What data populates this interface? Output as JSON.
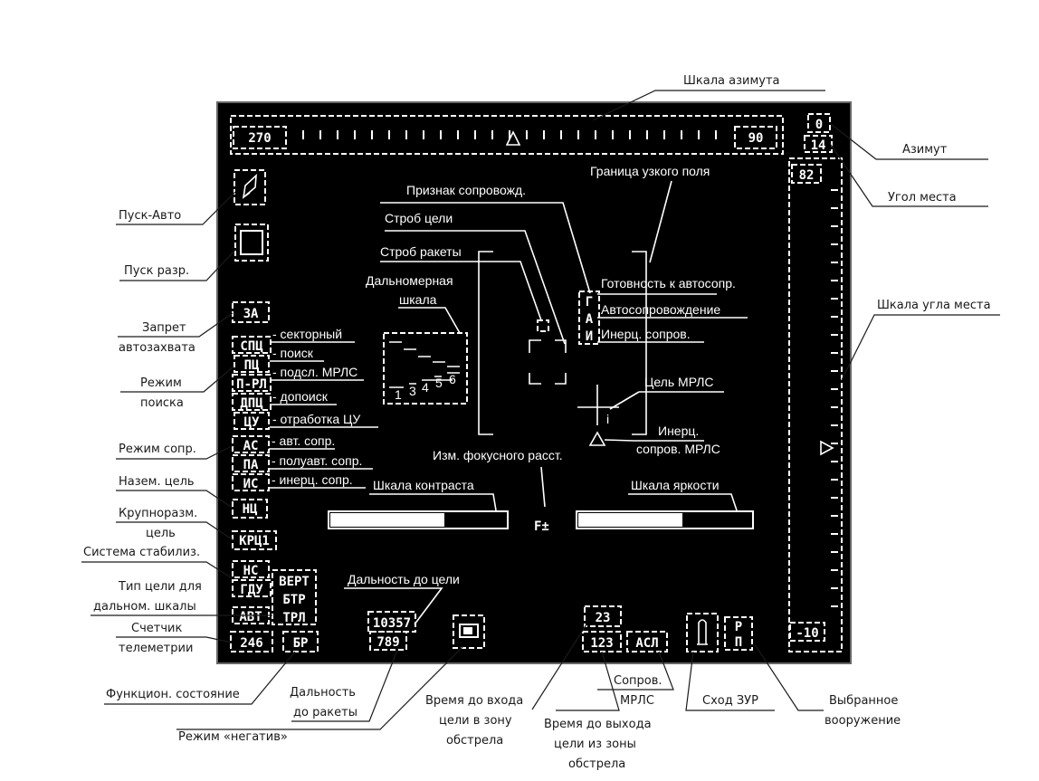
{
  "screen": {
    "values": {
      "az_left": "270",
      "az_right": "90",
      "azimuth": "0",
      "elevation": "14",
      "el_top": "82",
      "el_bottom": "-10",
      "za": "ЗА",
      "modes": [
        "СПЦ",
        "ПЦ",
        "П-РЛ",
        "ДПЦ",
        "ЦУ"
      ],
      "track_modes": [
        "АС",
        "ПА",
        "ИС"
      ],
      "nc": "НЦ",
      "krc": "КРЦ1",
      "ns": "НС",
      "gdu": "ГДУ",
      "avt": "АВТ",
      "vert": "ВЕРТ",
      "btr": "БТР",
      "trl": "ТРЛ",
      "counter": "246",
      "br": "БР",
      "range_target": "10357",
      "range_missile": "789",
      "t_in": "23",
      "t_out": "123",
      "asl": "АСЛ",
      "weap_p": "Р",
      "weap_n": "П",
      "ready_g": "Г",
      "ready_a": "А",
      "ready_i": "И",
      "range_ticks": [
        "1",
        "3",
        "4",
        "5",
        "6"
      ],
      "focus": "F±"
    },
    "inner_labels": {
      "sector": "- секторный",
      "search": "- поиск",
      "mrls": "- подсл. МРЛС",
      "dopoisk": "- допоиск",
      "cu": "- отработка ЦУ",
      "avt_sopr": "- авт. сопр.",
      "poluavt": "- полуавт. сопр.",
      "inerc": "- инерц. сопр.",
      "priznak": "Признак сопровожд.",
      "strob_cel": "Строб цели",
      "strob_raket": "Строб ракеты",
      "dalnomer": "Дальномерная",
      "shkala": "шкала",
      "granica": "Граница узкого поля",
      "gotov": "Готовность к автосопр.",
      "avtosopr": "Автосопровождение",
      "inerc_sopr": "Инерц. сопров.",
      "cel_mrls": "Цель МРЛС",
      "inerc_mrls_1": "Инерц.",
      "inerc_mrls_2": "сопров. МРЛС",
      "focus_label": "Изм. фокусного расст.",
      "contrast": "Шкала контраста",
      "brightness": "Шкала яркости",
      "dalnost_celi": "Дальность до цели"
    },
    "bars": {
      "contrast_fill": 0.65,
      "brightness_fill": 0.6
    }
  },
  "outer_labels": {
    "azimuth_scale": "Шкала азимута",
    "azimuth": "Азимут",
    "elevation_angle": "Угол места",
    "elevation_scale": "Шкала угла места",
    "launch_auto": "Пуск-Авто",
    "launch_permit": "Пуск разр.",
    "lock_ban_1": "Запрет",
    "lock_ban_2": "автозахвата",
    "search_mode_1": "Режим",
    "search_mode_2": "поиска",
    "track_mode": "Режим сопр.",
    "ground_target": "Назем. цель",
    "large_target_1": "Крупноразм.",
    "large_target_2": "цель",
    "stab_system": "Система стабилиз.",
    "target_type_1": "Тип цели для",
    "target_type_2": "дальном. шкалы",
    "telemetry_1": "Счетчик",
    "telemetry_2": "телеметрии",
    "func_state": "Функцион. состояние",
    "missile_range_1": "Дальность",
    "missile_range_2": "до ракеты",
    "negative_mode": "Режим «негатив»",
    "time_in_1": "Время до входа",
    "time_in_2": "цели в зону",
    "time_in_3": "обстрела",
    "time_out_1": "Время до выхода",
    "time_out_2": "цели из зоны",
    "time_out_3": "обстрела",
    "mrls_track_1": "Сопров.",
    "mrls_track_2": "МРЛС",
    "missile_release": "Сход ЗУР",
    "selected_weapon_1": "Выбранное",
    "selected_weapon_2": "вооружение"
  },
  "colors": {
    "screen_bg": "#000000",
    "symbology": "#ffffff",
    "labels": "#1a1a1a",
    "page_bg": "#ffffff"
  }
}
